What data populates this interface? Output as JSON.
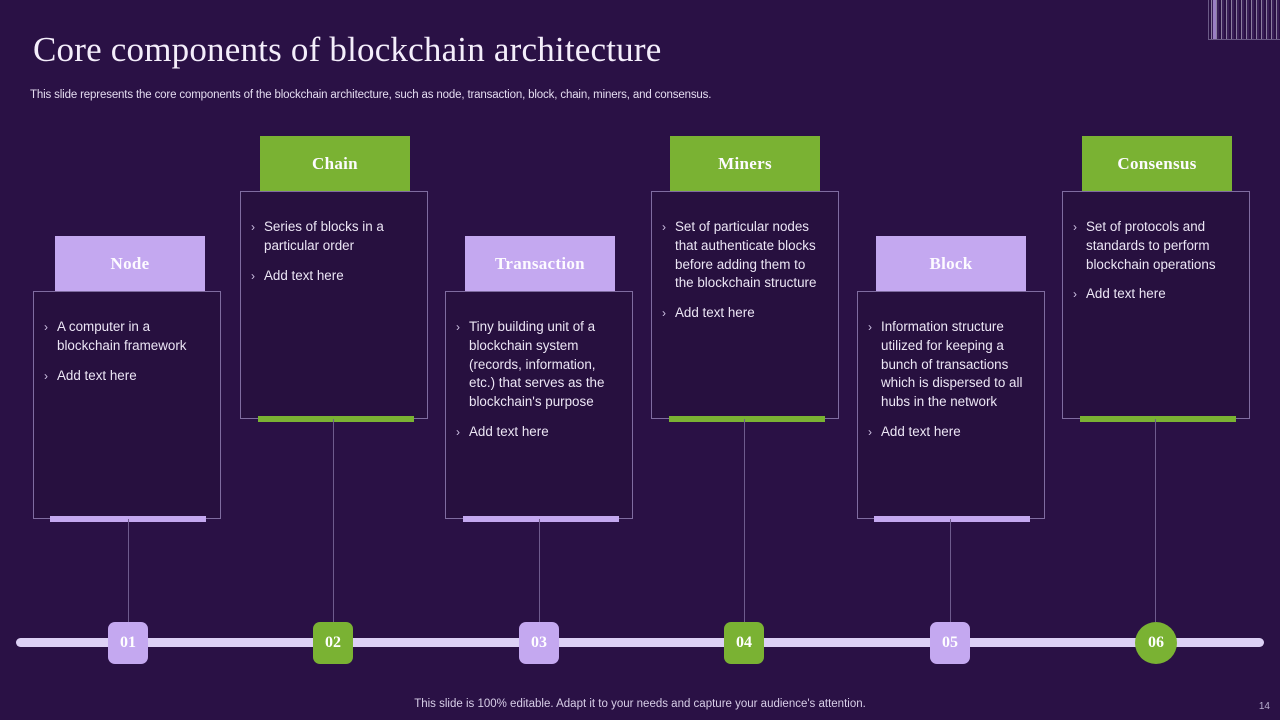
{
  "header": {
    "title": "Core components of blockchain architecture",
    "subtitle": "This slide represents the core components of the blockchain architecture, such as node, transaction, block, chain, miners, and consensus."
  },
  "colors": {
    "background": "#2a1145",
    "card_background": "#27103f",
    "purple": "#c4a8f0",
    "green": "#7ab233",
    "timeline": "#ddd1f5",
    "text": "#ece6f5"
  },
  "cards": [
    {
      "title": "Node",
      "accent": "purple",
      "bullets": [
        "A computer in a blockchain framework",
        "Add text here"
      ]
    },
    {
      "title": "Chain",
      "accent": "green",
      "bullets": [
        "Series of blocks in a particular order",
        "Add text here"
      ]
    },
    {
      "title": "Transaction",
      "accent": "purple",
      "bullets": [
        "Tiny building unit of a blockchain system (records, information, etc.) that serves as the blockchain's purpose",
        "Add text here"
      ]
    },
    {
      "title": "Miners",
      "accent": "green",
      "bullets": [
        "Set of particular nodes that authenticate blocks before adding them to the blockchain structure",
        "Add text here"
      ]
    },
    {
      "title": "Block",
      "accent": "purple",
      "bullets": [
        "Information structure utilized for keeping a bunch of transactions which is dispersed to all hubs in the network",
        "Add text here"
      ]
    },
    {
      "title": "Consensus",
      "accent": "green",
      "bullets": [
        "Set of protocols and standards to perform blockchain operations",
        "Add text here"
      ]
    }
  ],
  "timeline": {
    "badges": [
      {
        "label": "01",
        "accent": "purple",
        "shape": "square"
      },
      {
        "label": "02",
        "accent": "green",
        "shape": "square"
      },
      {
        "label": "03",
        "accent": "purple",
        "shape": "square"
      },
      {
        "label": "04",
        "accent": "green",
        "shape": "square"
      },
      {
        "label": "05",
        "accent": "purple",
        "shape": "square"
      },
      {
        "label": "06",
        "accent": "green",
        "shape": "round"
      }
    ]
  },
  "footer": {
    "note": "This slide is 100% editable. Adapt it to your needs and capture your audience's attention.",
    "page_number": "14"
  },
  "bullet_glyph": "›"
}
